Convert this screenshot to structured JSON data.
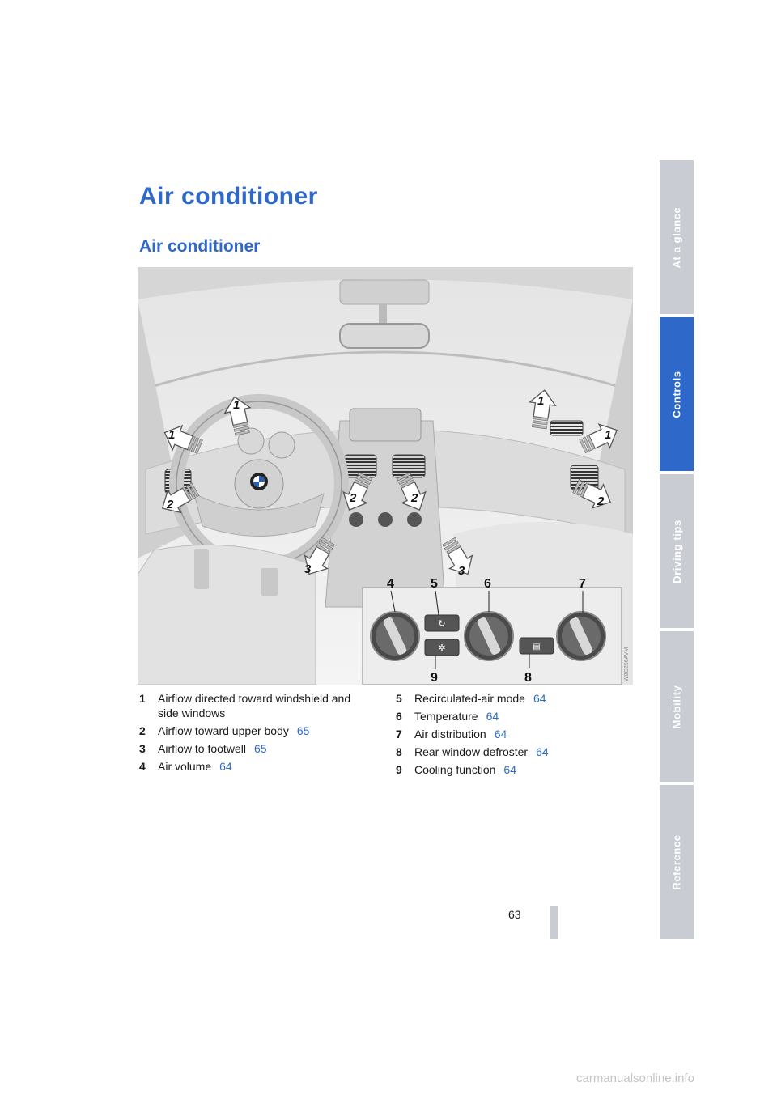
{
  "page": {
    "title": "Air conditioner",
    "subtitle": "Air conditioner",
    "page_number": "63",
    "site_credit": "carmanualsonline.info"
  },
  "figure": {
    "callouts": [
      "1",
      "1",
      "1",
      "1",
      "2",
      "2",
      "2",
      "2",
      "3",
      "3"
    ],
    "panel_labels": [
      "4",
      "5",
      "6",
      "7",
      "8",
      "9"
    ],
    "image_code": "W8CZ96AVM"
  },
  "legend": {
    "left": [
      {
        "num": "1",
        "text": "Airflow directed toward windshield and side windows",
        "ref": ""
      },
      {
        "num": "2",
        "text": "Airflow toward upper body",
        "ref": "65"
      },
      {
        "num": "3",
        "text": "Airflow to footwell",
        "ref": "65"
      },
      {
        "num": "4",
        "text": "Air volume",
        "ref": "64"
      }
    ],
    "right": [
      {
        "num": "5",
        "text": "Recirculated-air mode",
        "ref": "64"
      },
      {
        "num": "6",
        "text": "Temperature",
        "ref": "64"
      },
      {
        "num": "7",
        "text": "Air distribution",
        "ref": "64"
      },
      {
        "num": "8",
        "text": "Rear window defroster",
        "ref": "64"
      },
      {
        "num": "9",
        "text": "Cooling function",
        "ref": "64"
      }
    ]
  },
  "tabs": [
    {
      "label": "At a glance",
      "active": false
    },
    {
      "label": "Controls",
      "active": true
    },
    {
      "label": "Driving tips",
      "active": false
    },
    {
      "label": "Mobility",
      "active": false
    },
    {
      "label": "Reference",
      "active": false
    }
  ]
}
